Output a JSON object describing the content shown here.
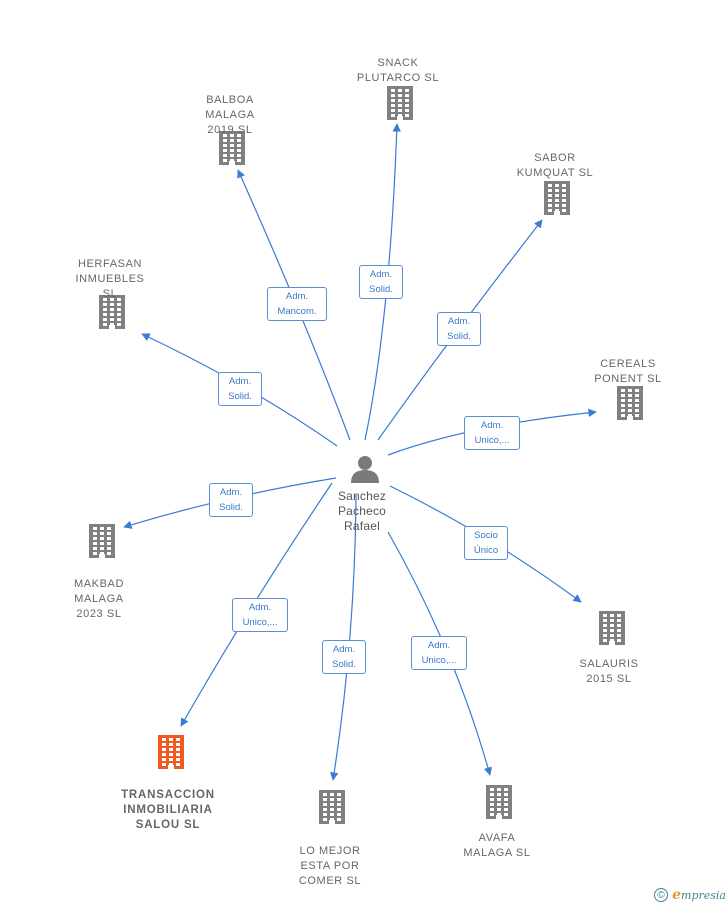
{
  "colors": {
    "edge": "#3a7bd5",
    "building": "#808080",
    "building_highlight": "#f05a22",
    "person": "#7a7a7a",
    "brand": "#3a8a8f",
    "brand_accent": "#e8962a"
  },
  "center": {
    "name": "Sanchez\nPacheco\nRafael",
    "icon": "person-icon"
  },
  "companies": [
    {
      "id": "snack-plutarco",
      "name": "SNACK\nPLUTARCO  SL",
      "role": "Adm.\nSolid.",
      "icon": "building-icon",
      "highlight": false
    },
    {
      "id": "balboa-malaga",
      "name": "BALBOA\nMALAGA\n2019  SL",
      "role": "Adm.\nMancom.",
      "icon": "building-icon",
      "highlight": false
    },
    {
      "id": "sabor-kumquat",
      "name": "SABOR\nKUMQUAT  SL",
      "role": "Adm.\nSolid.",
      "icon": "building-icon",
      "highlight": false
    },
    {
      "id": "herfasan",
      "name": "HERFASAN\nINMUEBLES\nSL",
      "role": "Adm.\nSolid.",
      "icon": "building-icon",
      "highlight": false
    },
    {
      "id": "cereals-ponent",
      "name": "CEREALS\nPONENT SL",
      "role": "Adm.\nUnico,...",
      "icon": "building-icon",
      "highlight": false
    },
    {
      "id": "makbad-malaga",
      "name": "MAKBAD\nMALAGA\n2023  SL",
      "role": "Adm.\nSolid.",
      "icon": "building-icon",
      "highlight": false
    },
    {
      "id": "salauris",
      "name": "SALAURIS\n2015  SL",
      "role": "Socio\nÚnico",
      "icon": "building-icon",
      "highlight": false
    },
    {
      "id": "transaccion",
      "name": "TRANSACCION\nINMOBILIARIA\nSALOU  SL",
      "role": "Adm.\nUnico,...",
      "icon": "building-icon",
      "highlight": true
    },
    {
      "id": "lo-mejor",
      "name": "LO MEJOR\nESTA POR\nCOMER  SL",
      "role": "Adm.\nSolid.",
      "icon": "building-icon",
      "highlight": false
    },
    {
      "id": "avafa-malaga",
      "name": "AVAFA\nMALAGA  SL",
      "role": "Adm.\nUnico,...",
      "icon": "building-icon",
      "highlight": false
    }
  ],
  "footer": {
    "copyright": "©",
    "brand_initial": "e",
    "brand_rest": "mpresia"
  }
}
